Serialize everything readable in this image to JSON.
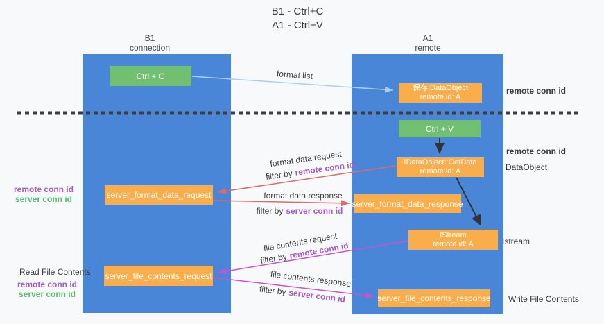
{
  "title": {
    "line1": "B1 - Ctrl+C",
    "line2": "A1 - Ctrl+V"
  },
  "lanes": {
    "left": {
      "title": "B1",
      "subtitle": "connection"
    },
    "right": {
      "title": "A1",
      "subtitle": "remote"
    }
  },
  "nodes": {
    "ctrl_c": {
      "label": "Ctrl + C"
    },
    "save_dataobject": {
      "line1": "保存IDataObject",
      "line2": "remote id: A"
    },
    "ctrl_v": {
      "label": "Ctrl + V"
    },
    "getdata": {
      "line1": "IDataObject::GetData",
      "line2": "remote id: A"
    },
    "server_format_data_request": {
      "label": "server_format_data_request"
    },
    "server_format_data_response": {
      "label": "server_format_data_response"
    },
    "istream": {
      "line1": "IStream",
      "line2": "remote id: A"
    },
    "server_file_contents_request": {
      "label": "server_file_contents_request"
    },
    "server_file_contents_response": {
      "label": "server_file_contents_response"
    }
  },
  "arrow_labels": {
    "format_list": "format list",
    "format_data_request": "format data request",
    "format_data_response": "format data response",
    "file_contents_request": "file contents request",
    "file_contents_response": "file contents response",
    "filter_by": "filter by",
    "remote_conn_id": "remote conn id",
    "server_conn_id": "server conn id"
  },
  "side_labels": {
    "remote_conn_id": "remote conn id",
    "server_conn_id": "server conn id",
    "dataobject": "DataObject",
    "istream": "Istream",
    "read_file_contents": "Read File Contents",
    "write_file_contents": "Write File Contents"
  },
  "colors": {
    "lane_blue": "#4a86d8",
    "node_green": "#71bf70",
    "node_orange": "#f9ae4b",
    "text_purple": "#a55bc8",
    "text_green": "#58bd71",
    "arrow_red": "#e0696b",
    "arrow_magenta": "#cf4fd1",
    "arrow_lightblue": "#a9cfec",
    "arrow_black": "#333333",
    "dashed_line": "#3d3d3d"
  }
}
